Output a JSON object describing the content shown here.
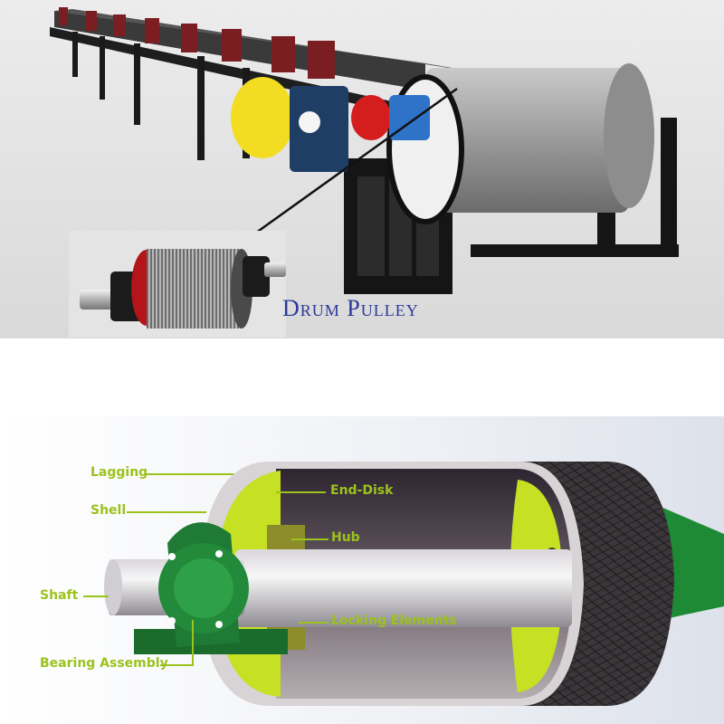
{
  "top_image": {
    "caption": "Drum Pulley",
    "components": [
      "conveyor-belt",
      "idler-rollers",
      "motor",
      "gearbox",
      "coupling",
      "bearing-housing",
      "drum-pulley",
      "support-frame"
    ]
  },
  "diagram": {
    "labels": {
      "lagging": "Lagging",
      "shell": "Shell",
      "end_disk": "End-Disk",
      "hub": "Hub",
      "shaft": "Shaft",
      "locking_elements": "Locking Elements",
      "bearing_assembly": "Bearing Assembly"
    },
    "colors": {
      "label": "#9cc21c",
      "end_disk": "#c6e024",
      "bearing": "#1e7a34",
      "lagging": "#3a3639",
      "caption": "#2a3a9a"
    }
  }
}
